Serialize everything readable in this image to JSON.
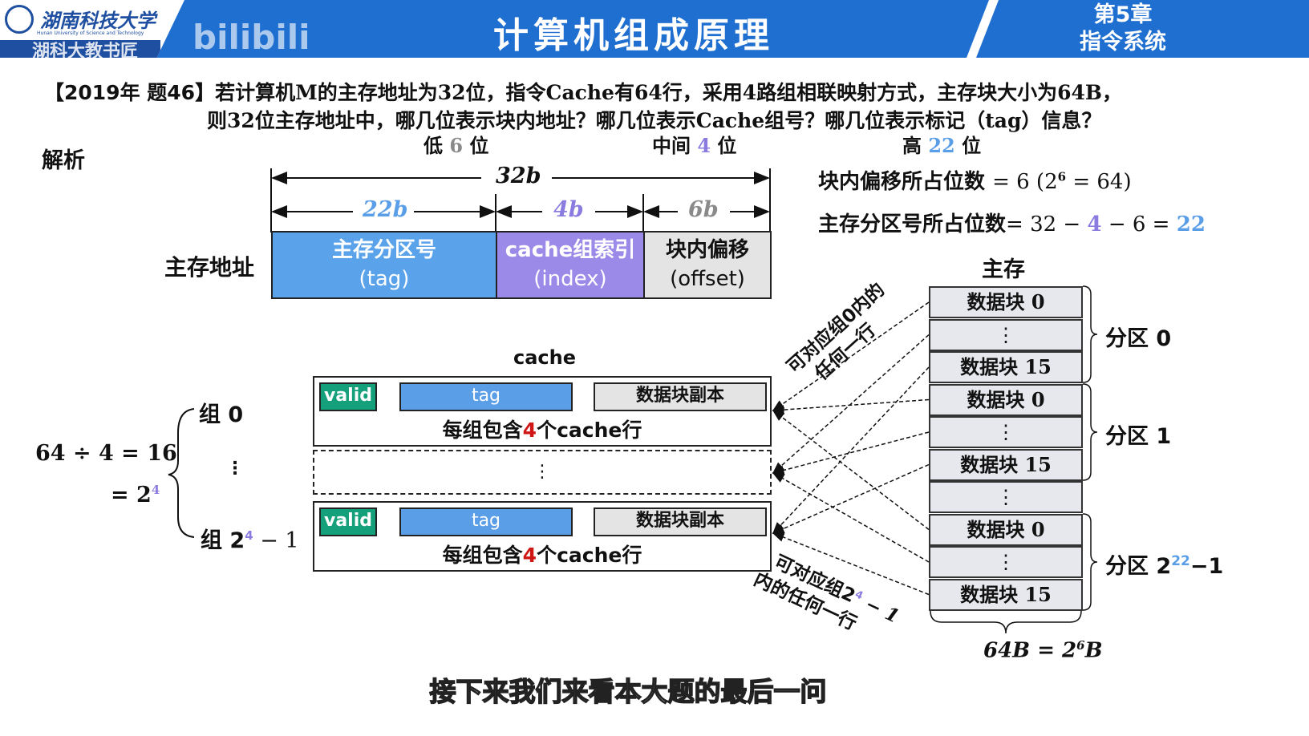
{
  "header": {
    "university": "湖南科技大学",
    "university_en": "Hunan University of Science and Technology",
    "channel": "湖科大教书匠",
    "platform": "bilibili",
    "title": "计算机组成原理",
    "chapter": "第5章",
    "chapter_title": "指令系统"
  },
  "question": {
    "tag": "【2019年 题46】",
    "line1": "若计算机M的主存地址为32位，指令Cache有64行，采用4路组相联映射方式，主存块大小为64B，",
    "line2": "则32位主存地址中，哪几位表示块内地址？哪几位表示Cache组号？哪几位表示标记（tag）信息？",
    "ans_low": "低",
    "ans_low_n": "6",
    "ans_mid": "中间",
    "ans_mid_n": "4",
    "ans_high": "高",
    "ans_high_n": "22",
    "unit": "位"
  },
  "analysis_label": "解析",
  "address": {
    "label": "主存地址",
    "total": "32b",
    "fields": [
      {
        "width": "22b",
        "name": "主存分区号",
        "en": "(tag)"
      },
      {
        "width": "4b",
        "name": "cache组索引",
        "en": "(index)"
      },
      {
        "width": "6b",
        "name": "块内偏移",
        "en": "(offset)"
      }
    ]
  },
  "formulas": {
    "f1_label": "块内偏移所占位数",
    "f1": "= 6 (2",
    "f1_exp": "6",
    "f1_end": " = 64)",
    "f2_label": "主存分区号所占位数",
    "f2_a": "= 32 − ",
    "f2_b": "4",
    "f2_c": " − 6 = ",
    "f2_d": "22"
  },
  "cache": {
    "label": "cache",
    "valid": "valid",
    "tag": "tag",
    "data": "数据块副本",
    "row_pre": "每组包含",
    "row_n": "4",
    "row_post": "个cache行",
    "dots": "⋮"
  },
  "groups": {
    "calc1": "64 ÷ 4 = 16",
    "calc2": "= 2",
    "calc2_exp": "4",
    "g0": "组 0",
    "dots": "⋮",
    "glast": "组 2",
    "glast_exp": "4",
    "glast_end": " − 1"
  },
  "memory": {
    "label": "主存",
    "rows": [
      "数据块 0",
      "⋮",
      "数据块 15",
      "数据块 0",
      "⋮",
      "数据块 15",
      "⋮",
      "数据块 0",
      "⋮",
      "数据块 15"
    ],
    "partitions": [
      {
        "label": "分区 0"
      },
      {
        "label": "分区 1"
      },
      {
        "label": "分区 2",
        "exp": "22",
        "end": "−1"
      }
    ],
    "block_size": "64B = 2",
    "block_exp": "6",
    "block_end": "B"
  },
  "notes": {
    "n1a": "可对应组0内的",
    "n1b": "任何一行",
    "n2a": "可对应组2",
    "n2exp": "4",
    "n2end": " − 1",
    "n2b": "内的任何一行"
  },
  "subtitle": "接下来我们来看本大题的最后一问"
}
